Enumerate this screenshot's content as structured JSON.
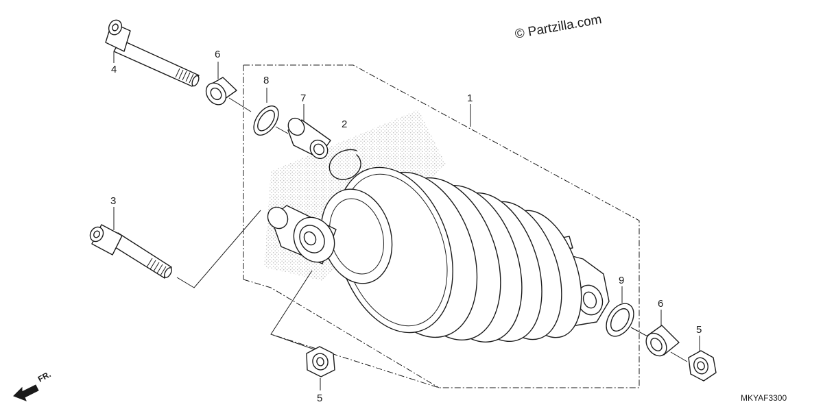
{
  "watermark": "© Partzilla.com",
  "diagram_code": "MKYAF3300",
  "direction_label": "FR.",
  "callouts": {
    "shock_absorber": "1",
    "circlip": "2",
    "lower_bolt": "3",
    "upper_bolt": "4",
    "nut_center": "5",
    "nut_right": "5",
    "collar_top": "6",
    "collar_right": "6",
    "bushing": "7",
    "seal_top": "8",
    "seal_right": "9"
  },
  "colors": {
    "line": "#1a1a1a",
    "background": "#ffffff",
    "stipple": "#bdbdbd"
  }
}
